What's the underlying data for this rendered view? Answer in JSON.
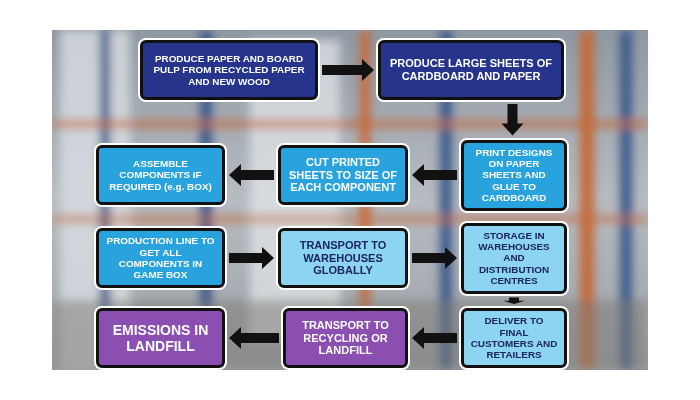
{
  "diagram": {
    "nodes": [
      {
        "text": [
          "PRODUCE PAPER AND BOARD PULP FROM RECYCLED PAPER AND NEW WOOD"
        ]
      },
      {
        "text": [
          "PRODUCE LARGE SHEETS OF CARDBOARD AND PAPER"
        ]
      },
      {
        "text": [
          "PRINT DESIGNS ON PAPER SHEETS AND GLUE TO CARDBOARD"
        ]
      },
      {
        "text": [
          "CUT PRINTED SHEETS TO SIZE OF EACH COMPONENT"
        ]
      },
      {
        "text": [
          "ASSEMBLE COMPONENTS IF REQUIRED (e.g. BOX)"
        ]
      },
      {
        "text": [
          "PRODUCTION LINE TO GET ALL COMPONENTS IN GAME BOX"
        ]
      },
      {
        "text": [
          "TRANSPORT TO WAREHOUSES GLOBALLY"
        ]
      },
      {
        "text": [
          "STORAGE IN WAREHOUSES AND DISTRIBUTION CENTRES"
        ]
      },
      {
        "text": [
          "DELIVER TO FINAL CUSTOMERS AND RETAILERS"
        ]
      },
      {
        "text": [
          "TRANSPORT TO RECYCLING OR LANDFILL"
        ]
      },
      {
        "text": [
          "EMISSIONS IN LANDFILL"
        ]
      }
    ],
    "edges": [
      {
        "from": 0,
        "to": 1,
        "arrow": "to"
      },
      {
        "from": 1,
        "to": 2,
        "arrow": "to"
      },
      {
        "from": 2,
        "to": 3,
        "arrow": "to"
      },
      {
        "from": 3,
        "to": 4,
        "arrow": "to"
      },
      {
        "from": 5,
        "to": 6,
        "arrow": "to"
      },
      {
        "from": 6,
        "to": 7,
        "arrow": "to"
      },
      {
        "from": 7,
        "to": 8,
        "arrow": "to"
      },
      {
        "from": 8,
        "to": 9,
        "arrow": "to"
      },
      {
        "from": 9,
        "to": 10,
        "arrow": "to"
      }
    ]
  }
}
